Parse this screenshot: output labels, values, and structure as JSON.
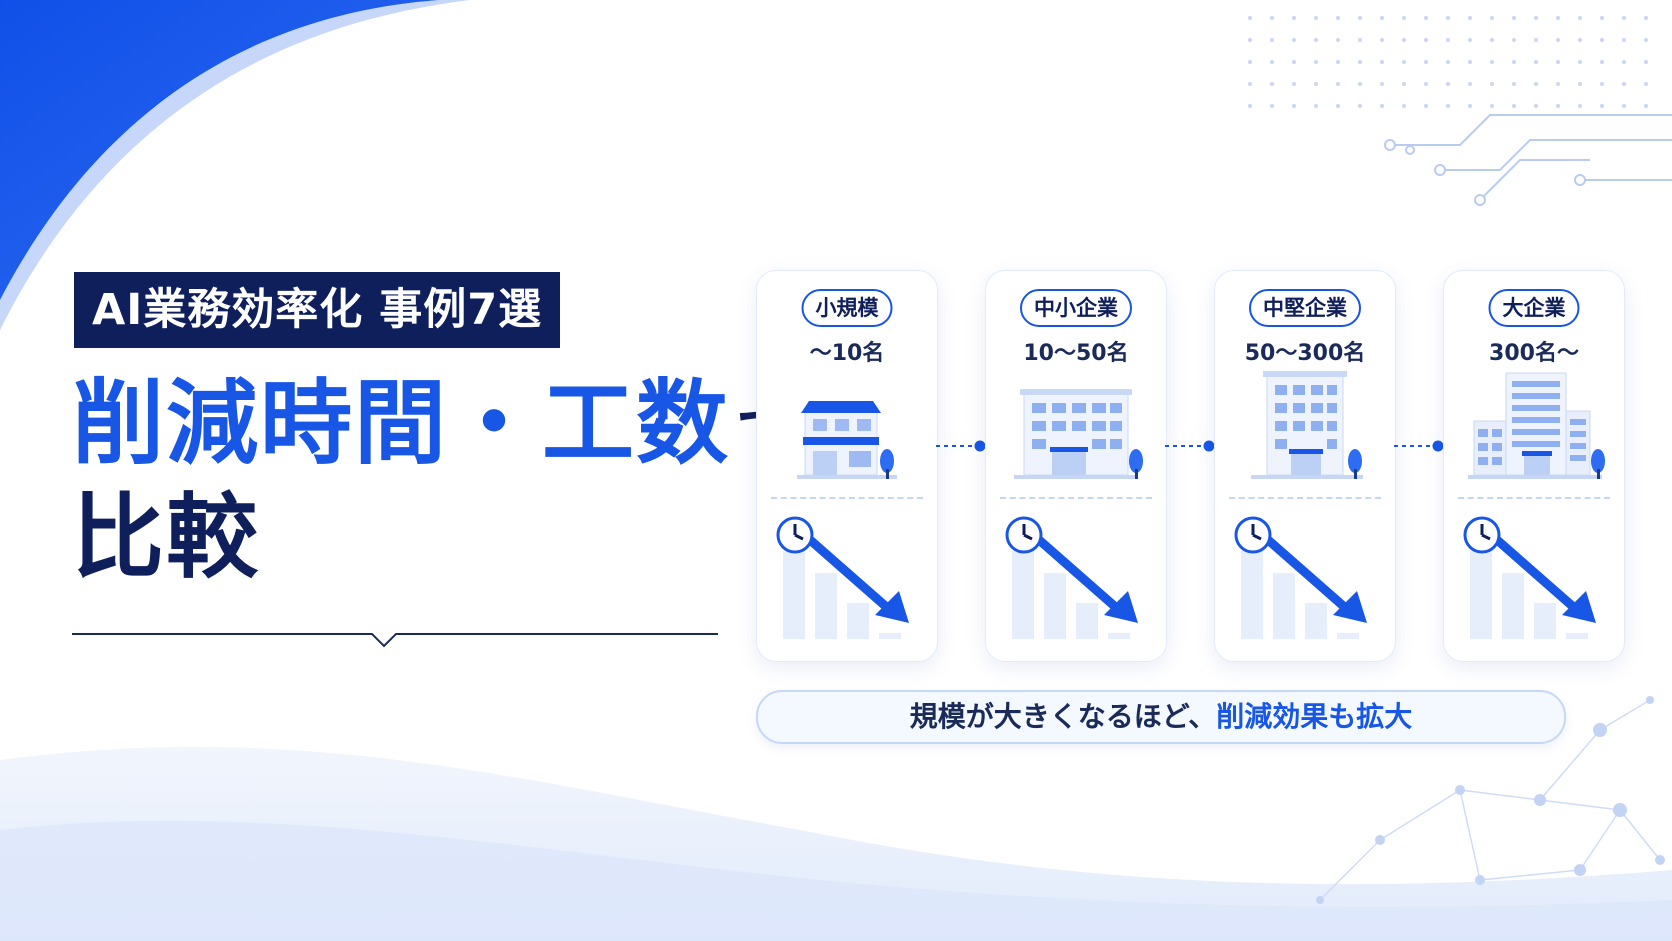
{
  "badge": "AI業務効率化 事例7選",
  "headline": {
    "line1_main": "削減時間・工数",
    "line1_suffix": "で",
    "line2": "比較"
  },
  "cards": [
    {
      "size": "小規模",
      "range": "〜10名"
    },
    {
      "size": "中小企業",
      "range": "10〜50名"
    },
    {
      "size": "中堅企業",
      "range": "50〜300名"
    },
    {
      "size": "大企業",
      "range": "300名〜"
    }
  ],
  "caption": {
    "prefix": "規模が大きくなるほど、",
    "highlight": "削減効果も拡大"
  },
  "colors": {
    "accent": "#1856e6",
    "navy": "#0f1f5c",
    "bar": "#e6edfb"
  },
  "icons": [
    "clock-icon",
    "down-arrow-icon",
    "building-icon",
    "tree-icon"
  ]
}
